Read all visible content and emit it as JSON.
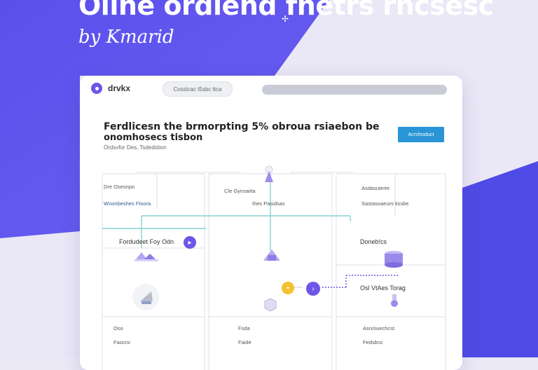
{
  "hero": {
    "title": "Oline ordlend fhetrs rncsesc",
    "subtitle": "by Kmarid",
    "sparkle": "✢"
  },
  "app": {
    "brand": "drvkx",
    "nav_pill": "Cvsstcac t5sbc ttca",
    "search_placeholder": "",
    "headline_line1": "Ferdlicesn the brmorpting 5% obroua rsiaebon be",
    "headline_line2": "onomhosecs tisbon",
    "subline": "Ordsvfor Des, Tsdedstion",
    "cta_label": "Acrsfnoduct"
  },
  "diagram": {
    "nodes": [
      {
        "id": "n1",
        "label": "Dre Osesnpo"
      },
      {
        "id": "n2",
        "label": "Wnonbeshes Ftsora"
      },
      {
        "id": "n3",
        "label": "Cle Gynsaiita"
      },
      {
        "id": "n4",
        "label": "Ihes Pasidsas"
      },
      {
        "id": "n5",
        "label": "Asdasuterte"
      },
      {
        "id": "n6",
        "label": "Sastasoaeurs tissbe"
      },
      {
        "id": "n7",
        "label": "Fordudeet Foy Odn"
      },
      {
        "id": "n8",
        "label": "Doneb!cs"
      },
      {
        "id": "n9",
        "label": "Osl VtAes Torag"
      },
      {
        "id": "n10",
        "label": "Oso"
      },
      {
        "id": "n11",
        "label": "Fsda"
      },
      {
        "id": "n12",
        "label": "Asn/ouechcst"
      },
      {
        "id": "n13",
        "label": "Faocnc"
      },
      {
        "id": "n14",
        "label": "Faide"
      },
      {
        "id": "n15",
        "label": "Fedsbnc"
      }
    ]
  },
  "colors": {
    "accent_purple": "#6c57e8",
    "accent_blue": "#2a95d6",
    "accent_teal": "#6fc9c4",
    "accent_yellow": "#f2c230",
    "background_purple": "#5a55ee"
  },
  "icons": [
    "logo-icon",
    "stack-icon",
    "flask-icon",
    "database-icon",
    "arrow-right-icon",
    "plant-icon",
    "cube-icon"
  ]
}
